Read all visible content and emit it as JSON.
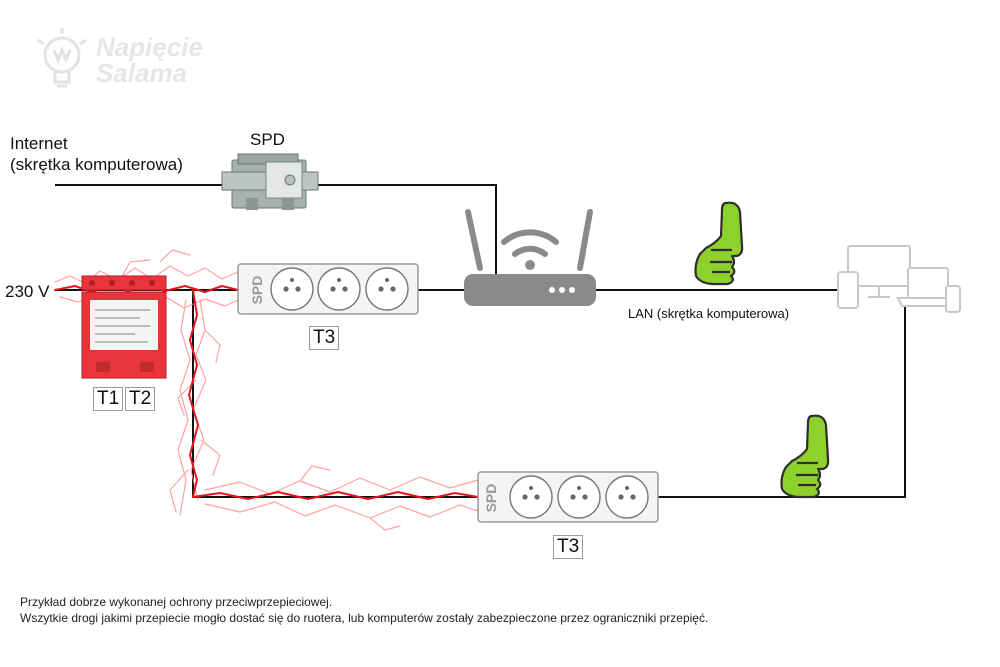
{
  "logo": {
    "line1": "Napięcie",
    "line2": "Salama"
  },
  "labels": {
    "internet_line1": "Internet",
    "internet_line2": "(skrętka komputerowa)",
    "spd_top": "SPD",
    "voltage": "230 V",
    "lan": "LAN (skrętka komputerowa)",
    "socket_spd": "SPD"
  },
  "badges": {
    "t1": "T1",
    "t2": "T2",
    "t3_top": "T3",
    "t3_bottom": "T3"
  },
  "caption": {
    "line1": "Przykład dobrze wykonanej ochrony przeciwprzepieciowej.",
    "line2": "Wszytkie drogi jakimi przepiecie mogło dostać się do ruotera, lub komputerów zostały zabezpieczone przez ograniczniki przepięć."
  },
  "colors": {
    "wire": "#111111",
    "surge": "#e8141b",
    "thumb": "#8ed12c",
    "spd_device": "#e8343a",
    "router": "#8a8a8a",
    "devices": "#c8c8c8"
  }
}
